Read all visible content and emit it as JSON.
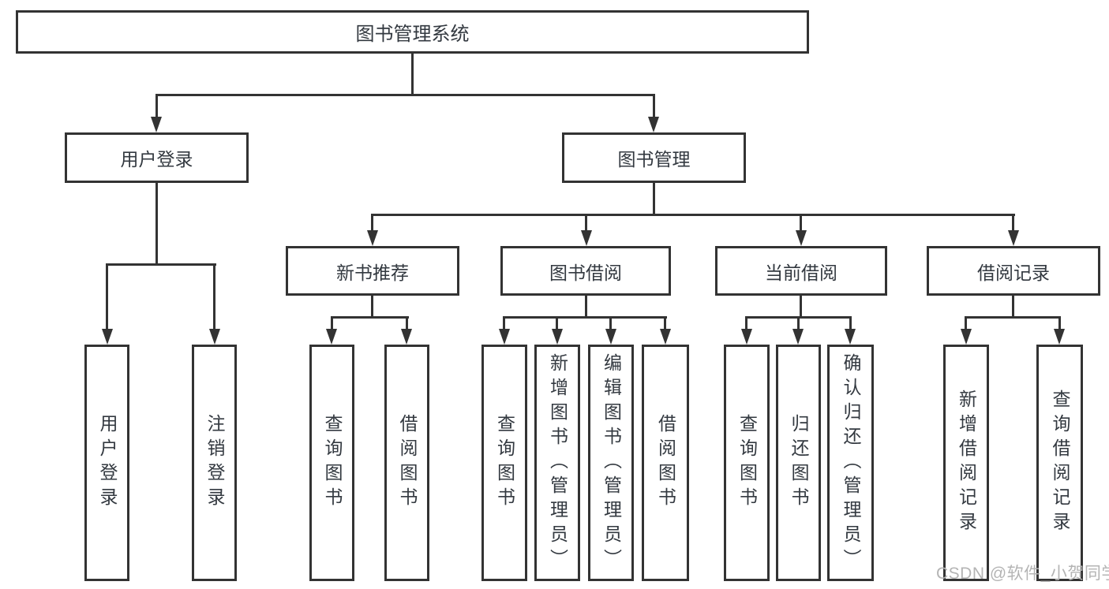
{
  "nodes": {
    "root": {
      "label": "图书管理系统"
    },
    "user_login": {
      "label": "用户登录"
    },
    "book_mgmt": {
      "label": "图书管理"
    },
    "login": {
      "label": "用户登录"
    },
    "logout": {
      "label": "注销登录"
    },
    "new_book_rec": {
      "label": "新书推荐"
    },
    "book_borrow": {
      "label": "图书借阅"
    },
    "current_borrow": {
      "label": "当前借阅"
    },
    "borrow_record": {
      "label": "借阅记录"
    },
    "nb_query": {
      "label": "查询图书"
    },
    "nb_borrow": {
      "label": "借阅图书"
    },
    "bb_query": {
      "label": "查询图书"
    },
    "bb_add": {
      "label": "新增图书（管理员）"
    },
    "bb_edit": {
      "label": "编辑图书（管理员）"
    },
    "bb_borrow": {
      "label": "借阅图书"
    },
    "cb_query": {
      "label": "查询图书"
    },
    "cb_return": {
      "label": "归还图书"
    },
    "cb_confirm": {
      "label": "确认归还（管理员）"
    },
    "br_add": {
      "label": "新增借阅记录"
    },
    "br_query": {
      "label": "查询借阅记录"
    }
  },
  "watermark": {
    "text": "CSDN @软件_小贺同学"
  },
  "colors": {
    "line": "#333333",
    "box_fill": "#ffffff",
    "text": "#333940",
    "watermark": "#b4b4b4"
  }
}
